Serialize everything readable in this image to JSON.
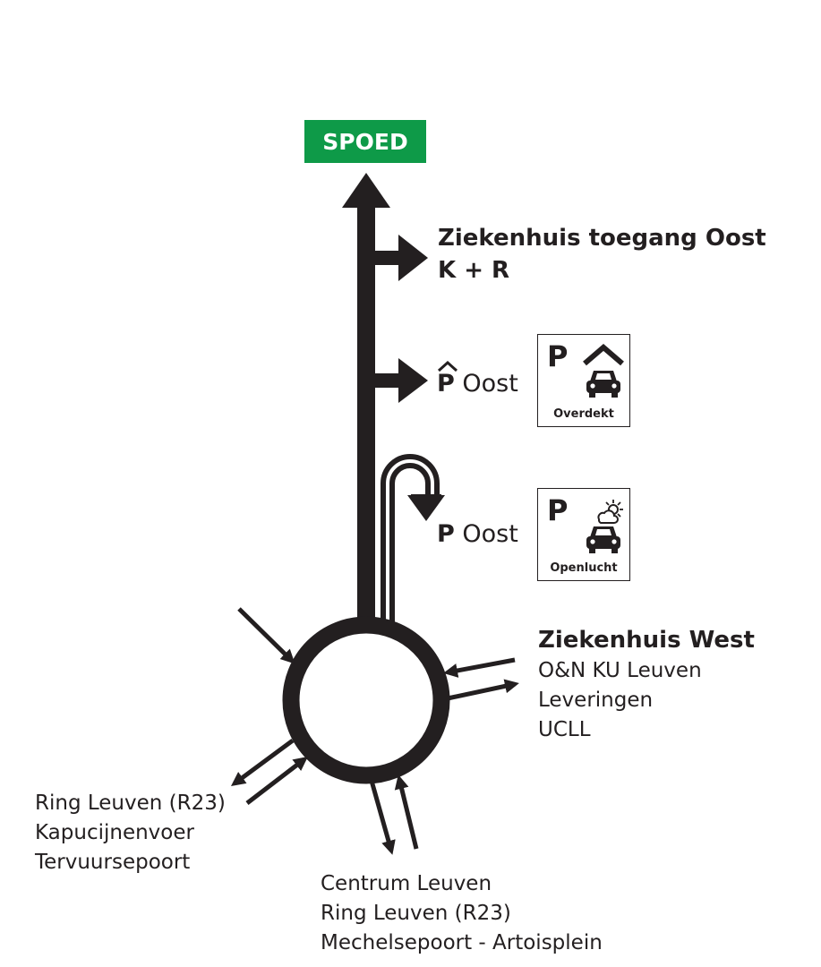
{
  "emergency": {
    "label": "SPOED",
    "color": "#0e9a48"
  },
  "east_access": {
    "title": "Ziekenhuis toegang Oost",
    "subtitle": "K + R"
  },
  "parking_covered": {
    "letter": "P",
    "name": "Oost",
    "sign_letter": "P",
    "sign_caption": "Overdekt"
  },
  "parking_open": {
    "letter": "P",
    "name": "Oost",
    "sign_letter": "P",
    "sign_caption": "Openlucht"
  },
  "west": {
    "title": "Ziekenhuis West",
    "lines": [
      "O&N KU Leuven",
      "Leveringen",
      "UCLL"
    ]
  },
  "southwest": {
    "lines": [
      "Ring Leuven (R23)",
      "Kapucijnenvoer",
      "Tervuursepoort"
    ]
  },
  "south": {
    "lines": [
      "Centrum Leuven",
      "Ring Leuven (R23)",
      "Mechelsepoort - Artoisplein"
    ]
  },
  "colors": {
    "ink": "#231f20",
    "background": "#ffffff"
  },
  "icons": [
    "car-icon",
    "garage-roof-icon",
    "sun-cloud-icon",
    "arrow-up-icon",
    "arrow-right-icon",
    "u-turn-arrow-icon",
    "roundabout-icon"
  ]
}
